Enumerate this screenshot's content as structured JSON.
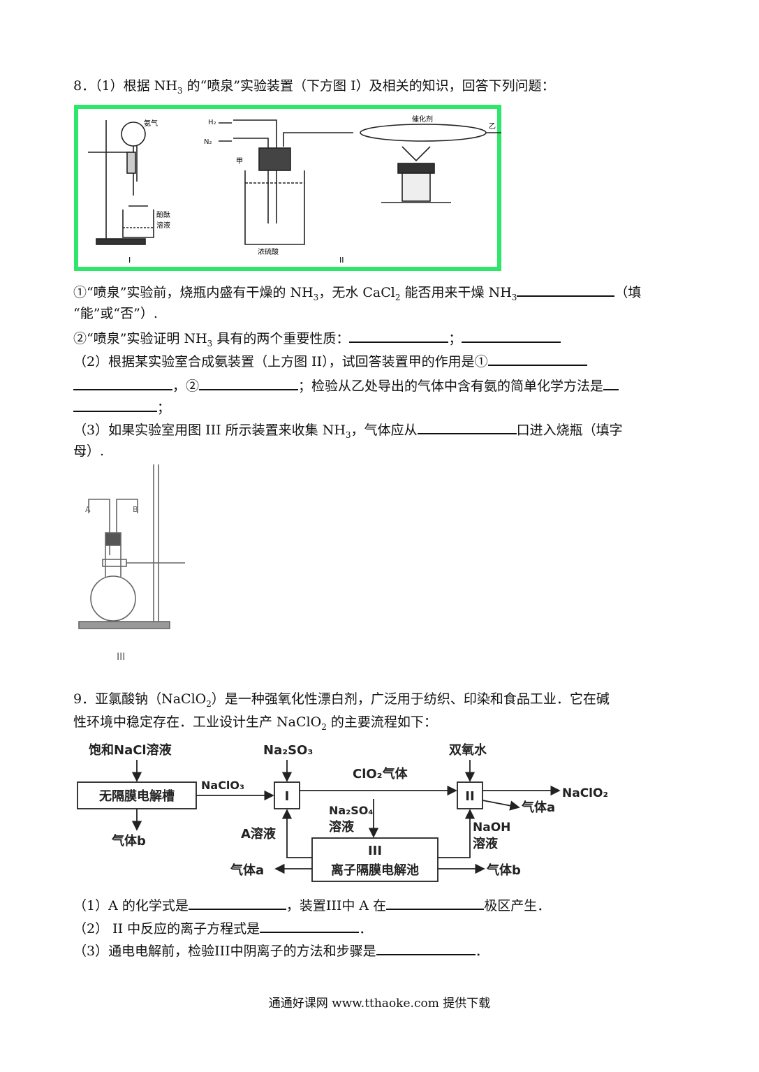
{
  "q8": {
    "title_a": "8．（1）根据 NH",
    "title_sub": "3",
    "title_b": " 的“喷泉”实验装置（下方图 I）及相关的知识，回答下列问题：",
    "fig1": {
      "flask_label": "氨气",
      "beaker_label_1": "酚酞",
      "beaker_label_2": "溶液",
      "caption_I": "I",
      "gas_h2": "H",
      "gas_n2": "N",
      "gas_sub": "2",
      "bottle_label": "甲",
      "acid_label": "浓硫酸",
      "catalyst_label": "催化剂",
      "outlet_label": "乙",
      "caption_II": "II"
    },
    "item1_a": "①“喷泉”实验前，烧瓶内盛有干燥的 NH",
    "item1_sub1": "3",
    "item1_b": "，无水 CaCl",
    "item1_sub2": "2",
    "item1_c": " 能否用来干燥 NH",
    "item1_sub3": "3",
    "item1_d": "（填",
    "item1_cont": "“能”或“否”）.",
    "item2_a": "②“喷泉”实验证明 NH",
    "item2_sub": "3",
    "item2_b": " 具有的两个重要性质：",
    "item2_sep": "；",
    "part2_a": "（2）根据某实验室合成氨装置（上方图 II），试回答装置甲的作用是①",
    "part2_b": "，②",
    "part2_c": "；检验从乙处导出的气体中含有氨的简单化学方法是",
    "part2_end": "；",
    "part3_a": "（3）如果实验室用图 III 所示装置来收集 NH",
    "part3_sub": "3",
    "part3_b": "，气体应从",
    "part3_c": "口进入烧瓶（填字",
    "part3_cont": "母）.",
    "fig3": {
      "label_a": "A",
      "label_b": "B",
      "caption": "III"
    }
  },
  "q9": {
    "title_a": "9．亚氯酸钠（NaClO",
    "title_sub": "2",
    "title_b": "）是一种强氧化性漂白剂，广泛用于纺织、印染和食品工业．它在碱",
    "title_cont_a": "性环境中稳定存在．工业设计生产 NaClO",
    "title_cont_sub": "2",
    "title_cont_b": " 的主要流程如下：",
    "flow": {
      "nacl": "饱和NaCl溶液",
      "tank": "无隔膜电解槽",
      "gas_b": "气体b",
      "naclo3": "NaClO₃",
      "na2so3": "Na₂SO₃",
      "box1": "I",
      "clo2": "ClO₂气体",
      "h2o2": "双氧水",
      "box2": "II",
      "naclo2": "NaClO₂",
      "gas_a_right": "气体a",
      "na2so4_1": "Na₂SO₄",
      "na2so4_2": "溶液",
      "a_solution": "A溶液",
      "naoh_1": "NaOH",
      "naoh_2": "溶液",
      "box3_1": "III",
      "box3_2": "离子隔膜电解池",
      "gas_a_left": "气体a",
      "gas_b_right": "气体b"
    },
    "p1_a": "（1）A 的化学式是",
    "p1_b": "，装置III中 A 在",
    "p1_c": "极区产生．",
    "p2_a": "（2） II 中反应的离子方程式是",
    "p2_b": "．",
    "p3_a": "（3）通电电解前，检验III中阴离子的方法和步骤是",
    "p3_b": "．"
  },
  "footer": "通通好课网  www.tthaoke.com  提供下载"
}
